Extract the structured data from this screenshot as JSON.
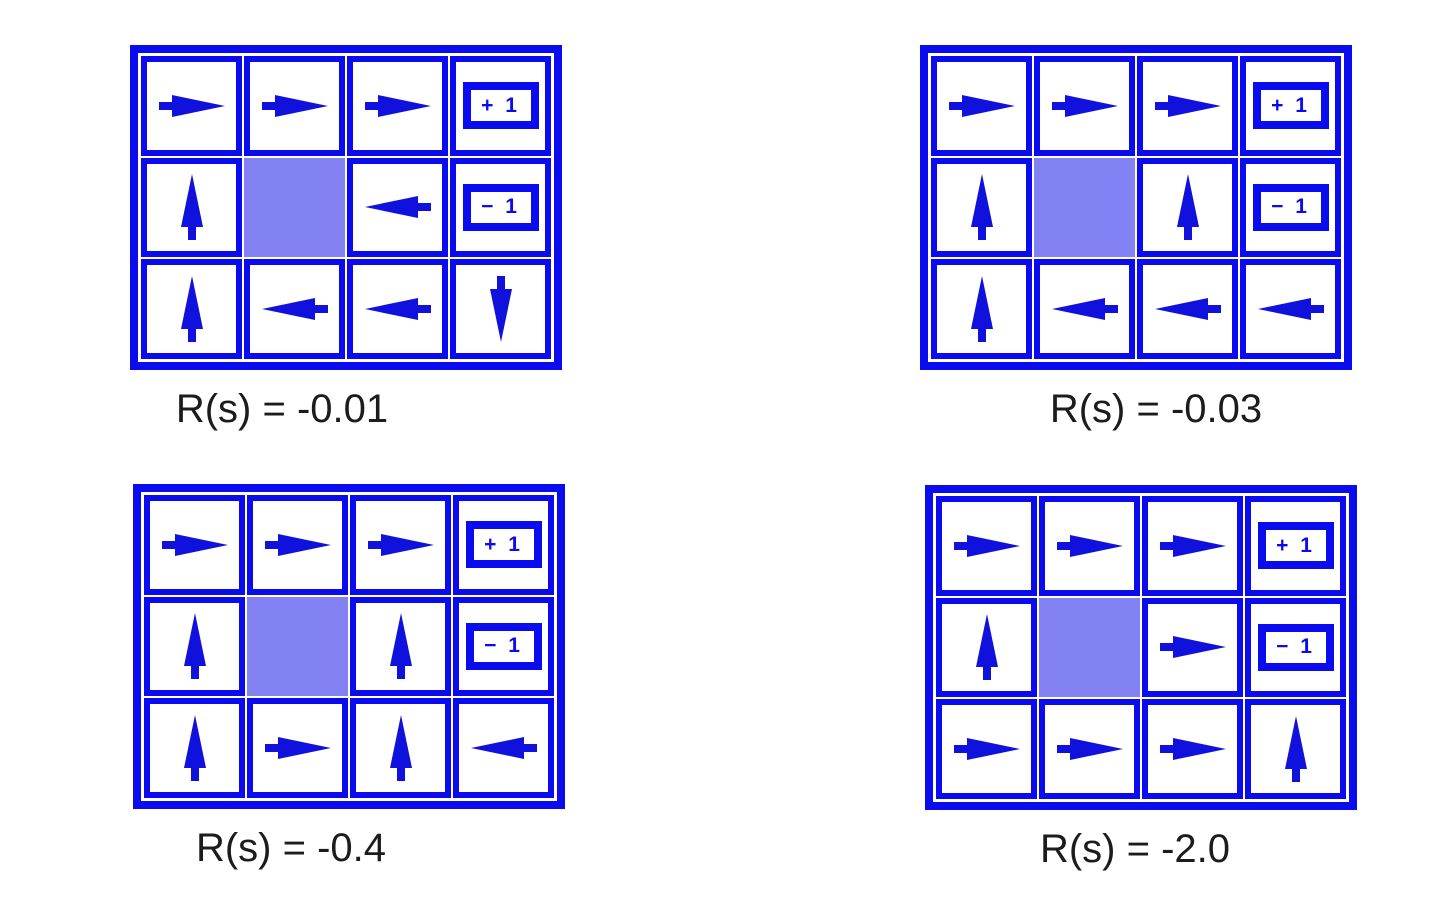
{
  "figure": {
    "description": "Four 4x3 gridworld optimal-policy diagrams for different step rewards R(s)",
    "grid_rows": 3,
    "grid_cols": 4
  },
  "colors": {
    "line_blue": "#0b0bef",
    "arrow_blue": "#1111dd",
    "blocked_fill": "#8282f5",
    "caption_text": "#1c1c1c",
    "background": "#ffffff"
  },
  "terminals": {
    "plus_label": "+ 1",
    "minus_label": "− 1"
  },
  "panels": [
    {
      "caption": "R(s) = -0.01",
      "cells": [
        [
          "right",
          "right",
          "right",
          "plus"
        ],
        [
          "up",
          "blocked",
          "left",
          "minus"
        ],
        [
          "up",
          "left",
          "left",
          "down"
        ]
      ]
    },
    {
      "caption": "R(s) = -0.03",
      "cells": [
        [
          "right",
          "right",
          "right",
          "plus"
        ],
        [
          "up",
          "blocked",
          "up",
          "minus"
        ],
        [
          "up",
          "left",
          "left",
          "left"
        ]
      ]
    },
    {
      "caption": "R(s) = -0.4",
      "cells": [
        [
          "right",
          "right",
          "right",
          "plus"
        ],
        [
          "up",
          "blocked",
          "up",
          "minus"
        ],
        [
          "up",
          "right",
          "up",
          "left"
        ]
      ]
    },
    {
      "caption": "R(s) = -2.0",
      "cells": [
        [
          "right",
          "right",
          "right",
          "plus"
        ],
        [
          "up",
          "blocked",
          "right",
          "minus"
        ],
        [
          "right",
          "right",
          "right",
          "up"
        ]
      ]
    }
  ]
}
